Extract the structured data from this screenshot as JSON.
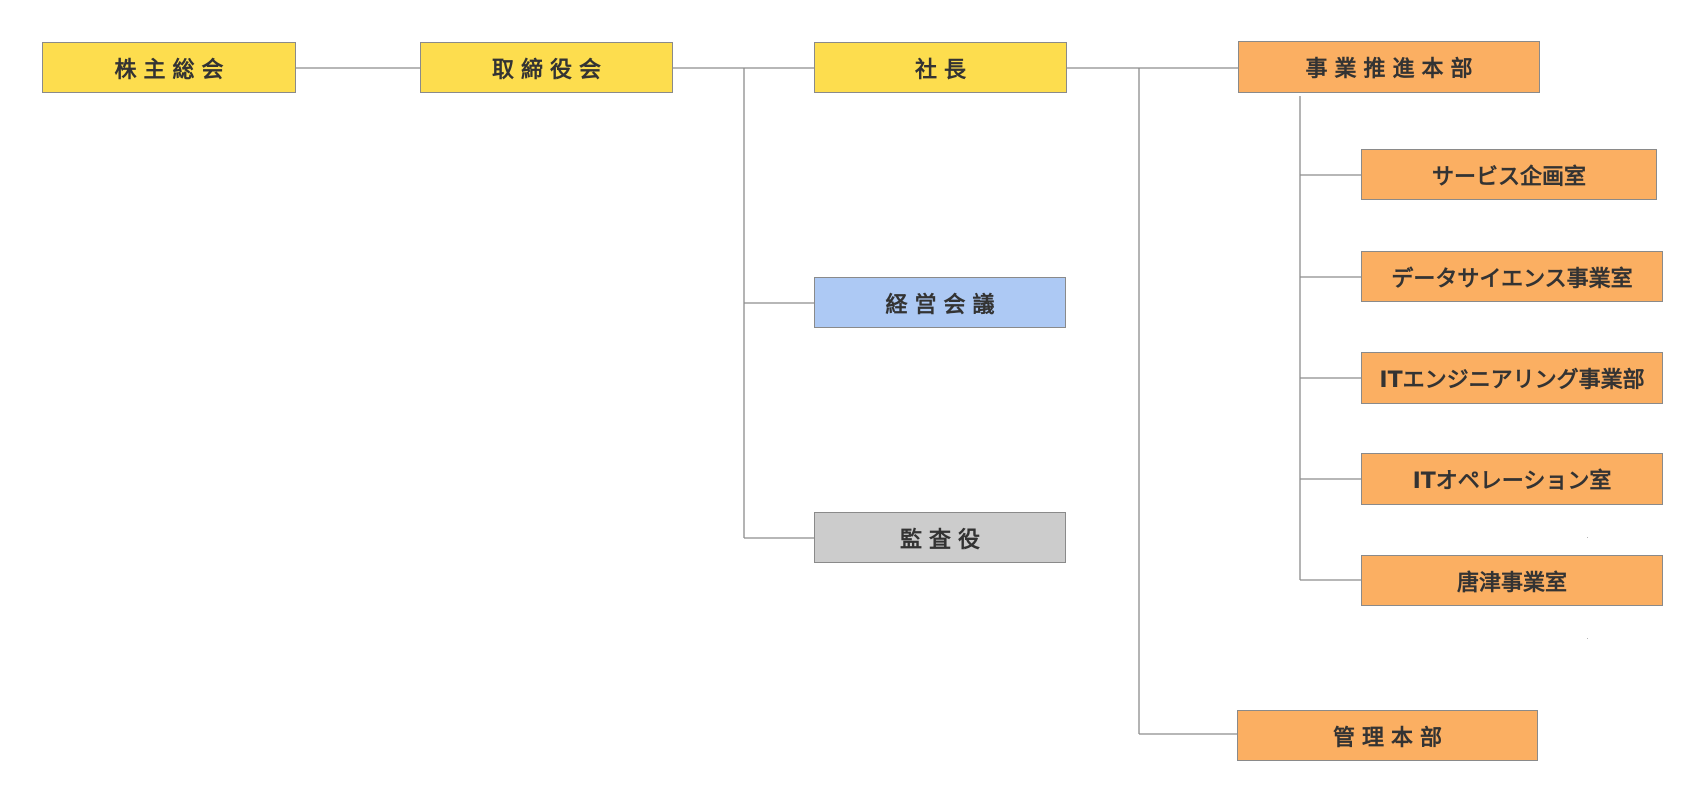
{
  "nodes": {
    "shareholders_meeting": "株主総会",
    "board_of_directors": "取締役会",
    "president": "社長",
    "management_council": "経営会議",
    "auditor": "監査役",
    "business_promotion_hq": "事業推進本部",
    "service_planning_office": "サービス企画室",
    "data_science_office": "データサイエンス事業室",
    "it_engineering_division": "ITエンジニアリング事業部",
    "it_operations_office": "ITオペレーション室",
    "karatsu_office": "唐津事業室",
    "administration_hq": "管理本部"
  },
  "colors": {
    "executive": "#fddd4e",
    "business": "#fbaf62",
    "council": "#adc9f4",
    "audit": "#cccccc",
    "connector": "#8c8c8c",
    "text": "#333333"
  }
}
